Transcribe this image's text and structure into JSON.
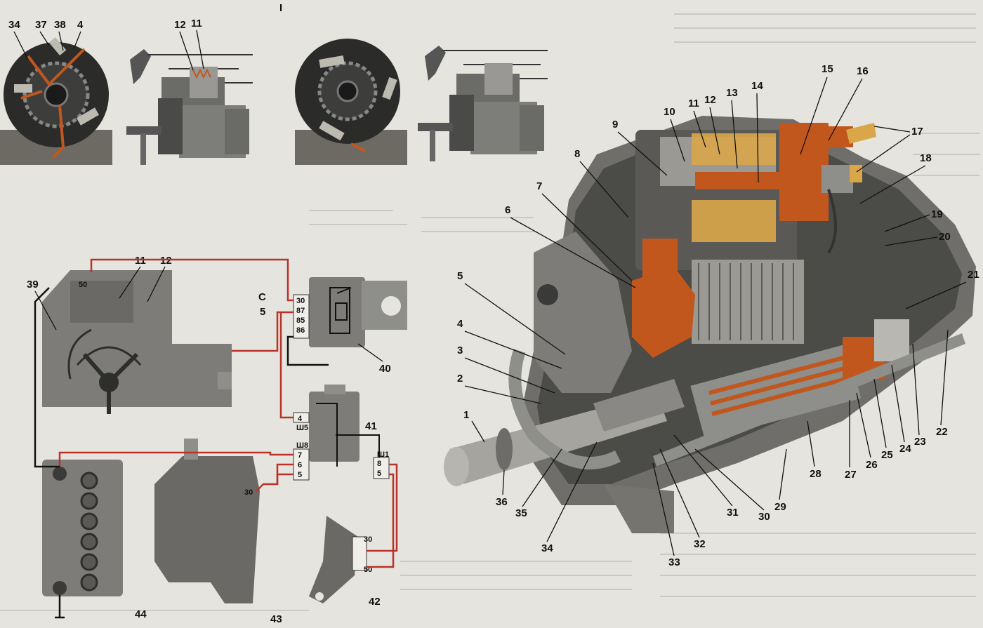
{
  "section_label": "I",
  "callouts": {
    "c34a": "34",
    "c37": "37",
    "c38": "38",
    "c4a": "4",
    "c12a": "12",
    "c11a": "11",
    "c10": "10",
    "c11b": "11",
    "c12b": "12",
    "c13": "13",
    "c14": "14",
    "c15": "15",
    "c16": "16",
    "c17": "17",
    "c18": "18",
    "c19": "19",
    "c20": "20",
    "c21": "21",
    "c9": "9",
    "c8": "8",
    "c7": "7",
    "c6": "6",
    "c5": "5",
    "c4b": "4",
    "c3": "3",
    "c2": "2",
    "c1": "1",
    "c36": "36",
    "c35": "35",
    "c34b": "34",
    "c33": "33",
    "c32": "32",
    "c31": "31",
    "c30": "30",
    "c29": "29",
    "c28": "28",
    "c27": "27",
    "c26": "26",
    "c25": "25",
    "c24": "24",
    "c23": "23",
    "c22": "22",
    "c39": "39",
    "c11c": "11",
    "c12c": "12",
    "c40": "40",
    "c41": "41",
    "c42": "42",
    "c43": "43",
    "c44": "44"
  },
  "terminals": {
    "t50a": "50",
    "tC": "C",
    "t5a": "5",
    "r30": "30",
    "r87": "87",
    "r85": "85",
    "r86": "86",
    "k4": "4",
    "kSh5": "Ш5",
    "kSh8": "Ш8",
    "k7": "7",
    "k6": "6",
    "k5": "5",
    "kSh1": "Ш1",
    "k8": "8",
    "k5b": "5",
    "g30": "30",
    "i30": "30",
    "i50": "50"
  },
  "colors": {
    "background": "#e6e4de",
    "copper": "#c2571e",
    "metal_dark": "#4a4a48",
    "metal_light": "#8e8e8a",
    "wire_red": "#b8342a",
    "coil_yellow": "#d9a64a"
  }
}
